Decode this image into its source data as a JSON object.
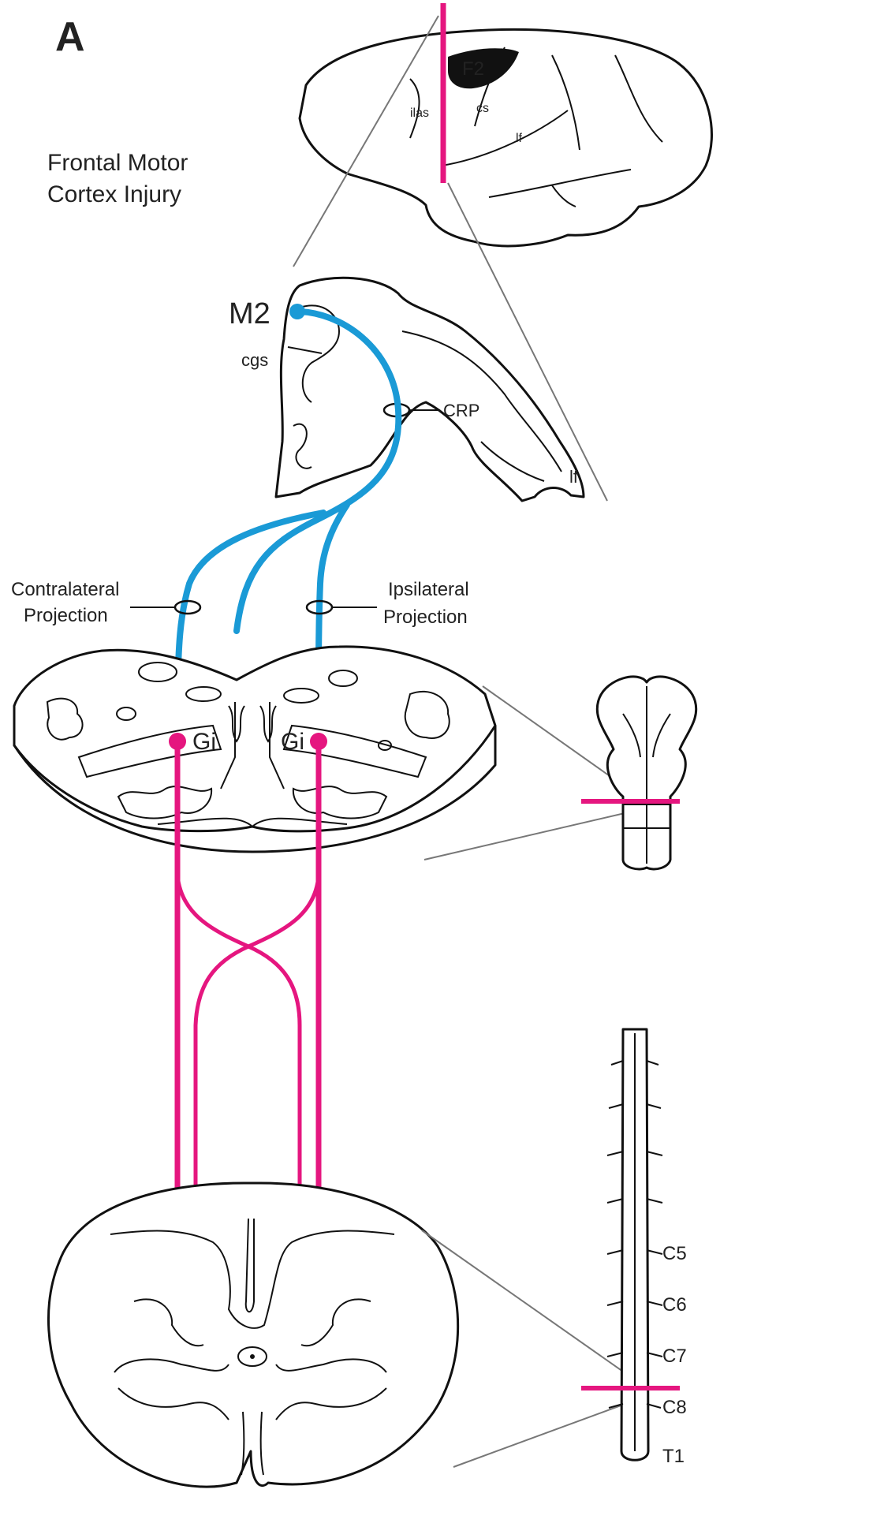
{
  "panel_letter": "A",
  "injury_title": [
    "Frontal Motor",
    "Cortex Injury"
  ],
  "brain_labels": {
    "area": "F2",
    "ilas": "ilas",
    "cs": "cs",
    "lf": "lf"
  },
  "section_labels": {
    "m2": "M2",
    "cgs": "cgs",
    "crp": "CRP",
    "lf": "lf"
  },
  "projection_labels": {
    "contralateral": [
      "Contralateral",
      "Projection"
    ],
    "ipsilateral": [
      "Ipsilateral",
      "Projection"
    ]
  },
  "brainstem_labels": {
    "gi_left": "Gi",
    "gi_right": "Gi"
  },
  "spinal_levels": [
    "C5",
    "C6",
    "C7",
    "C8",
    "T1"
  ],
  "colors": {
    "cortical_pathway": "#1a9ad6",
    "reticulospinal_pathway": "#e5167f",
    "lesion_marker": "#e5167f",
    "outline": "#111111"
  }
}
